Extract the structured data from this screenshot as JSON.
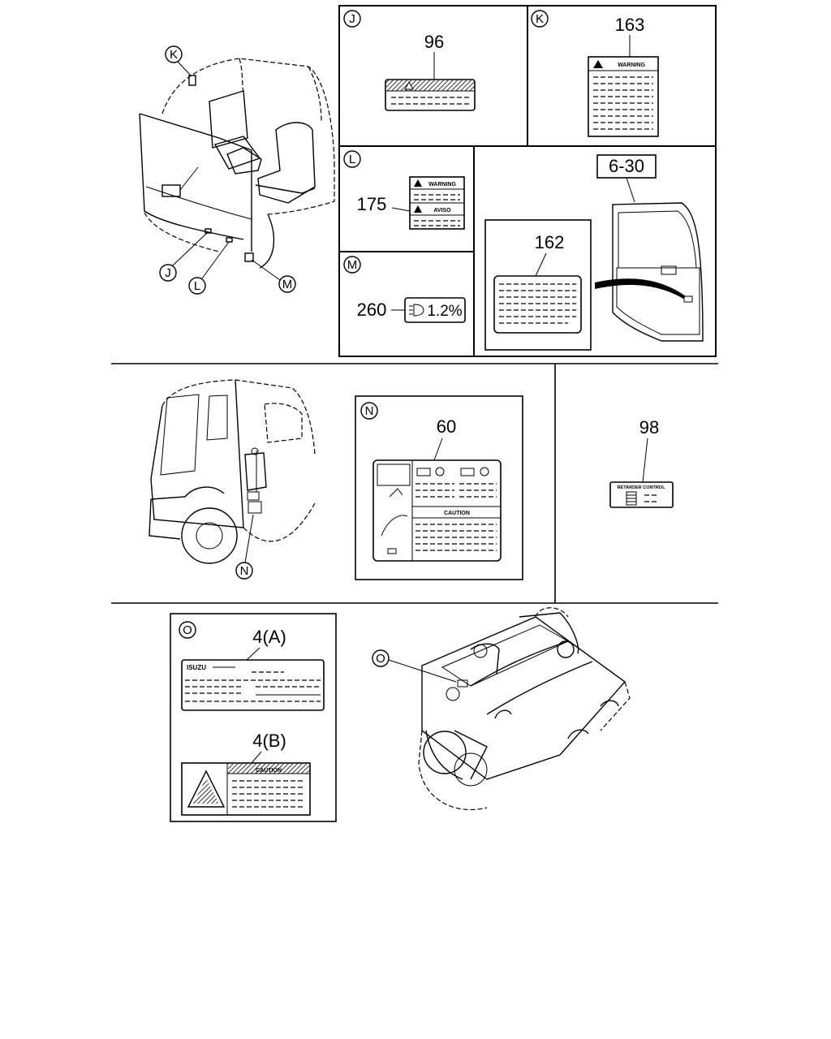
{
  "callouts": {
    "J": "J",
    "K": "K",
    "L": "L",
    "M": "M",
    "N": "N",
    "O": "O"
  },
  "labels": {
    "j_part": "96",
    "k_part": "163",
    "k_header": "WARNING",
    "l_part": "175",
    "l_header1": "WARNING",
    "l_header2": "AVISO",
    "m_part": "260",
    "m_value": "1.2%",
    "door_ref": "6-30",
    "door_part": "162",
    "n_part": "60",
    "n_caution": "CAUTION",
    "retarder_part": "98",
    "retarder_text": "RETARDER CONTROL",
    "o_part_a": "4(A)",
    "o_brand": "ISUZU",
    "o_part_b": "4(B)",
    "o_caution": "CAUTION"
  }
}
